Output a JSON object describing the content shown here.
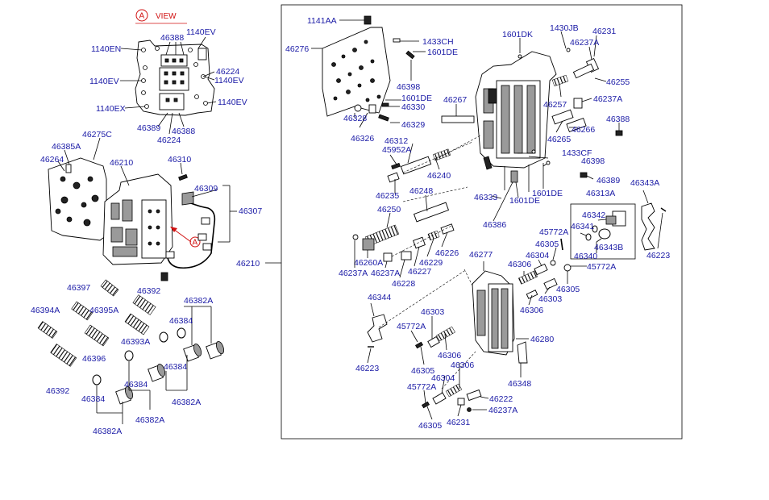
{
  "view_label": "VIEW",
  "view_marker": "A",
  "labels": {
    "l1141AA": "1141AA",
    "l46276": "46276",
    "l1433CH": "1433CH",
    "l1601DE_a": "1601DE",
    "l46398_a": "46398",
    "l1601DE_b": "1601DE",
    "l46330": "46330",
    "l46328": "46328",
    "l46329": "46329",
    "l46326": "46326",
    "l46267": "46267",
    "l1601DK": "1601DK",
    "l1430JB": "1430JB",
    "l46237A_a": "46237A",
    "l46231_a": "46231",
    "l46255": "46255",
    "l46257": "46257",
    "l46237A_b": "46237A",
    "l46388_r": "46388",
    "l46265": "46265",
    "l46266": "46266",
    "l46312": "46312",
    "l45952A": "45952A",
    "l46240": "46240",
    "l1433CF": "1433CF",
    "l46398_b": "46398",
    "l1601DE_c": "1601DE",
    "l46389_r": "46389",
    "l46313A": "46313A",
    "l46343A": "46343A",
    "l46235": "46235",
    "l46248": "46248",
    "l46333": "46333",
    "l1601DE_d": "1601DE",
    "l46386": "46386",
    "l46342": "46342",
    "l46341": "46341",
    "l46343B": "46343B",
    "l46340": "46340",
    "l46223_r": "46223",
    "l46250": "46250",
    "l45772A_a": "45772A",
    "l46305_a": "46305",
    "l46304_a": "46304",
    "l46306_a": "46306",
    "l45772A_b": "45772A",
    "l46277": "46277",
    "l46226": "46226",
    "l46229": "46229",
    "l46227": "46227",
    "l46260A": "46260A",
    "l46237A_c": "46237A",
    "l46237A_d": "46237A",
    "l46228": "46228",
    "l46305_b": "46305",
    "l46303_a": "46303",
    "l46306_b": "46306",
    "l46344": "46344",
    "l46303_b": "46303",
    "l45772A_c": "45772A",
    "l46306_c": "46306",
    "l46280": "46280",
    "l46223_b": "46223",
    "l46305_c": "46305",
    "l46306_d": "46306",
    "l46304_b": "46304",
    "l46348": "46348",
    "l45772A_d": "45772A",
    "l46222": "46222",
    "l46237A_e": "46237A",
    "l46305_d": "46305",
    "l46231_b": "46231",
    "l46210_main": "46210",
    "l1140EN": "1140EN",
    "l46388_t": "46388",
    "l1140EV_a": "1140EV",
    "l1140EV_b": "1140EV",
    "l46224_a": "46224",
    "l1140EV_c": "1140EV",
    "l1140EX": "1140EX",
    "l1140EV_d": "1140EV",
    "l46389_t": "46389",
    "l46224_b": "46224",
    "l46388_b": "46388",
    "l46275C": "46275C",
    "l46385A": "46385A",
    "l46264": "46264",
    "l46210": "46210",
    "l46310": "46310",
    "l46309": "46309",
    "l46307": "46307",
    "l46397": "46397",
    "l46395A": "46395A",
    "l46392_a": "46392",
    "l46382A_a": "46382A",
    "l46394A": "46394A",
    "l46393A": "46393A",
    "l46384_a": "46384",
    "l46396": "46396",
    "l46384_b": "46384",
    "l46384_c": "46384",
    "l46392_b": "46392",
    "l46384_d": "46384",
    "l46382A_b": "46382A",
    "l46382A_c": "46382A",
    "l46382A_d": "46382A"
  }
}
